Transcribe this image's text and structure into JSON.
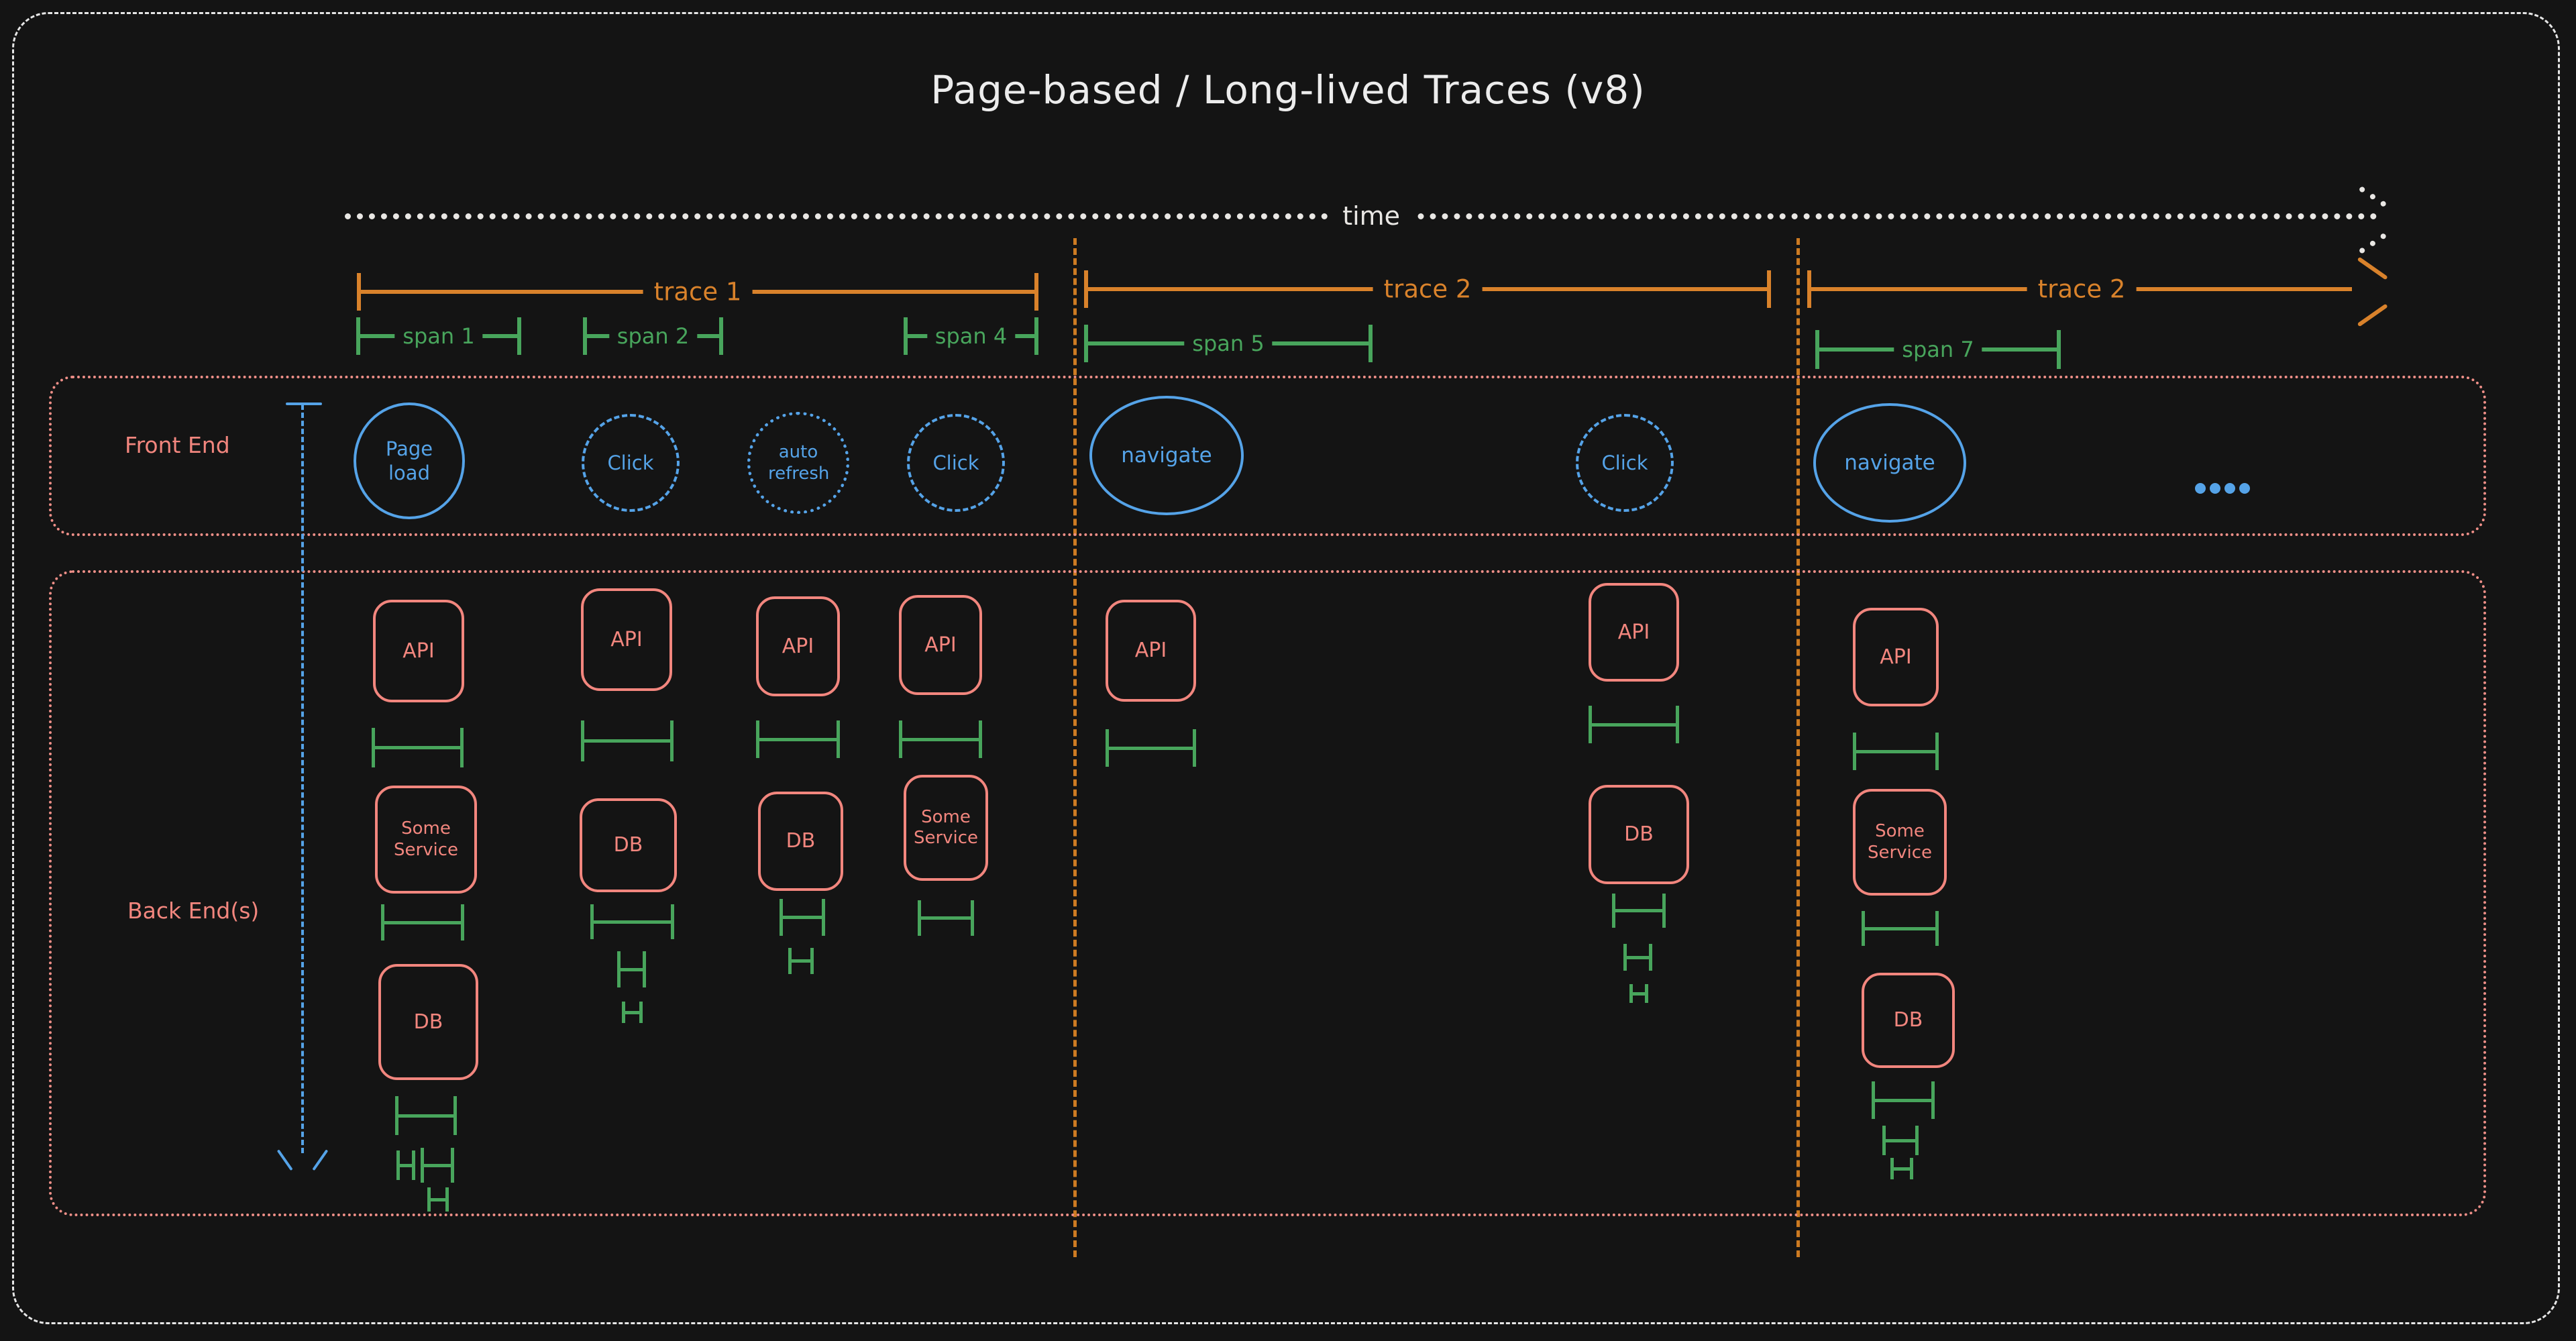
{
  "title": "Page-based / Long-lived Traces (v8)",
  "timeline": {
    "label": "time",
    "arrow_icon": "dotted-arrow-right"
  },
  "traces": [
    {
      "label": "trace 1"
    },
    {
      "label": "trace 2"
    },
    {
      "label": "trace 2",
      "arrow_icon": "arrow-right"
    }
  ],
  "spans": [
    {
      "label": "span 1"
    },
    {
      "label": "span 2"
    },
    {
      "label": "span 4"
    },
    {
      "label": "span 5"
    },
    {
      "label": "span 7"
    }
  ],
  "lanes": {
    "front_end": {
      "label": "Front End"
    },
    "back_end": {
      "label": "Back End(s)"
    }
  },
  "session_arrow_icon": "arrow-down",
  "frontend_events": [
    {
      "label": "Page load",
      "border": "solid"
    },
    {
      "label": "Click",
      "border": "dashed"
    },
    {
      "label": "auto refresh",
      "border": "dotted"
    },
    {
      "label": "Click",
      "border": "dashed"
    },
    {
      "label": "navigate",
      "border": "solid"
    },
    {
      "label": "Click",
      "border": "dashed"
    },
    {
      "label": "navigate",
      "border": "solid"
    }
  ],
  "ellipsis_icon": "more-events-dots",
  "backend_services": {
    "col1": [
      "API",
      "Some Service",
      "DB"
    ],
    "col2": [
      "API",
      "DB"
    ],
    "col3": [
      "API",
      "DB"
    ],
    "col4": [
      "API",
      "Some Service"
    ],
    "col5": [
      "API"
    ],
    "col6": [
      "API",
      "DB"
    ],
    "col7": [
      "API",
      "Some Service",
      "DB"
    ]
  },
  "colors": {
    "background": "#141414",
    "frame_white": "#e9e7e4",
    "trace_orange": "#d9822b",
    "span_green": "#48a55c",
    "lane_pink": "#ef8f88",
    "service_salmon": "#f2867e",
    "event_blue": "#55a3e8"
  }
}
